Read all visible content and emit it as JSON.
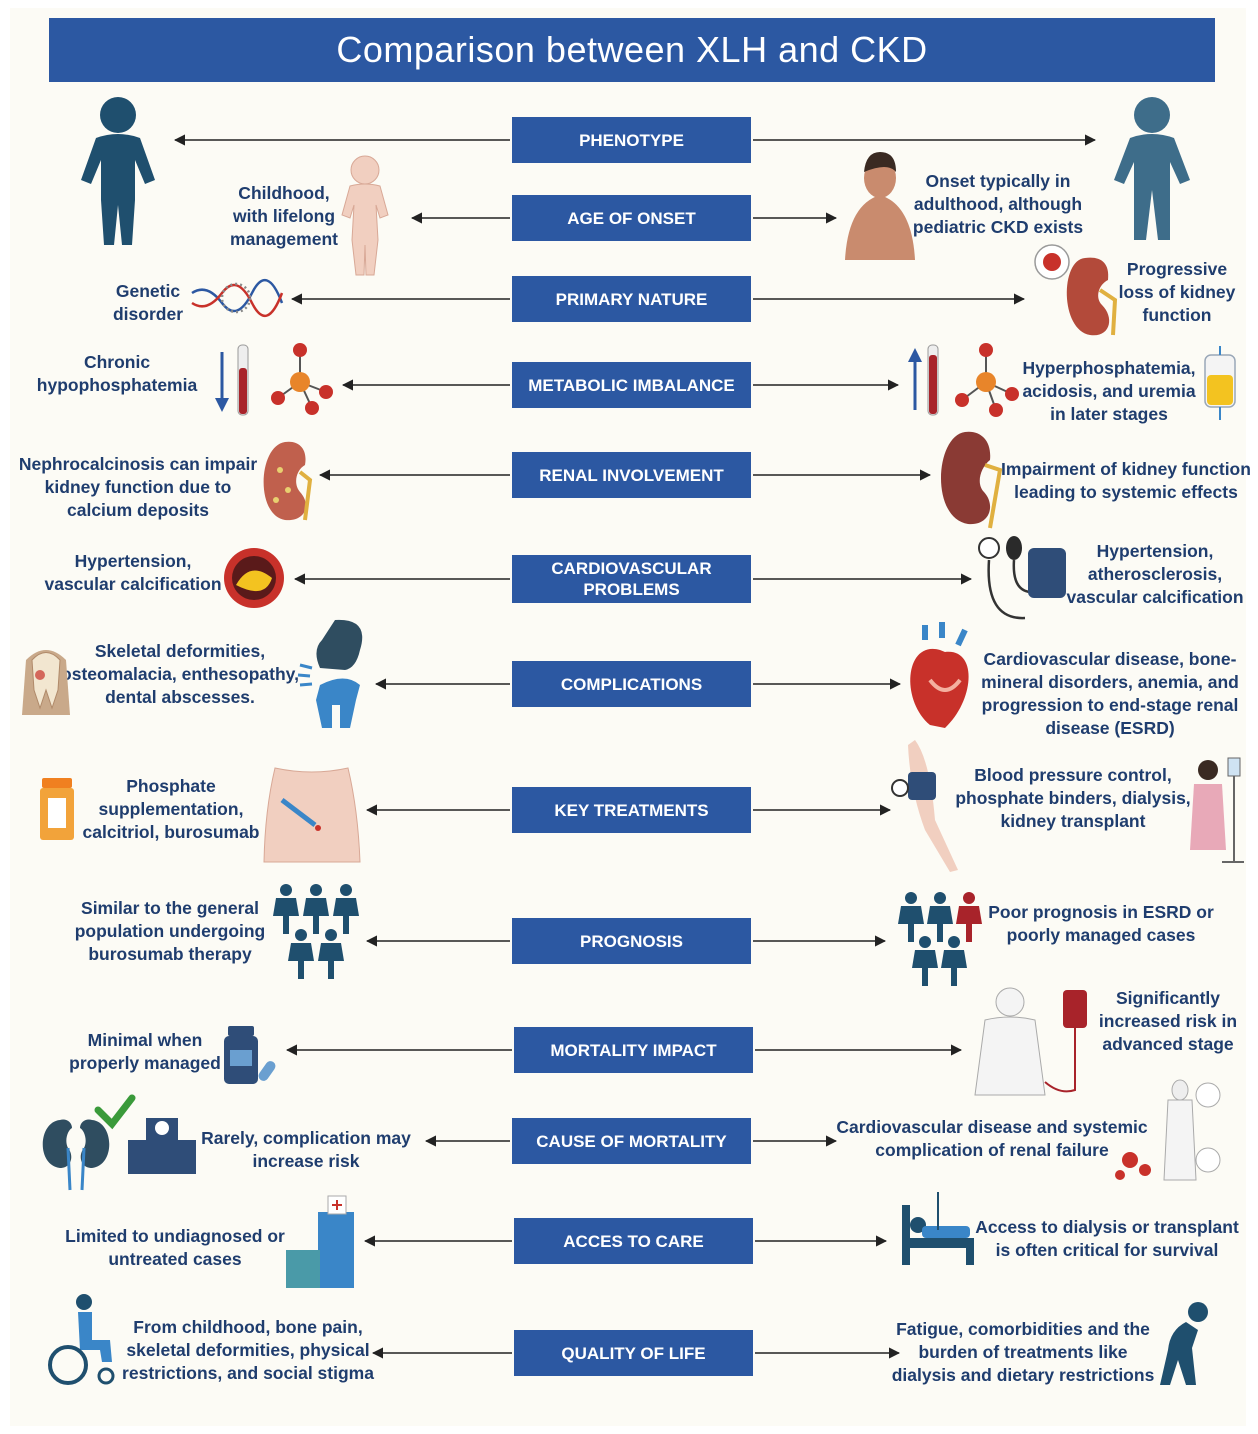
{
  "title": "Comparison between XLH and CKD",
  "rows": [
    {
      "id": "phenotype",
      "label": [
        "PHENOTYPE"
      ],
      "left": [],
      "right": []
    },
    {
      "id": "age-of-onset",
      "label": [
        "AGE OF ONSET"
      ],
      "left": [
        "Childhood,",
        "with lifelong",
        "management"
      ],
      "right": [
        "Onset typically in",
        "adulthood, although",
        "pediatric CKD exists"
      ]
    },
    {
      "id": "primary-nature",
      "label": [
        "PRIMARY NATURE"
      ],
      "left": [
        "Genetic",
        "disorder"
      ],
      "right": [
        "Progressive",
        "loss of kidney",
        "function"
      ]
    },
    {
      "id": "metabolic-imbalance",
      "label": [
        "METABOLIC IMBALANCE"
      ],
      "left": [
        "Chronic",
        "hypophosphatemia"
      ],
      "right": [
        "Hyperphosphatemia,",
        "acidosis, and uremia",
        "in later stages"
      ]
    },
    {
      "id": "renal-involvement",
      "label": [
        "RENAL INVOLVEMENT"
      ],
      "left": [
        "Nephrocalcinosis can impair",
        "kidney function due to",
        "calcium deposits"
      ],
      "right": [
        "Impairment of kidney function",
        "leading to systemic effects"
      ]
    },
    {
      "id": "cardiovascular-problems",
      "label": [
        "CARDIOVASCULAR",
        "PROBLEMS"
      ],
      "left": [
        "Hypertension,",
        "vascular calcification"
      ],
      "right": [
        "Hypertension,",
        "atherosclerosis,",
        "vascular calcification"
      ]
    },
    {
      "id": "complications",
      "label": [
        "COMPLICATIONS"
      ],
      "left": [
        "Skeletal deformities,",
        "osteomalacia, enthesopathy,",
        "dental abscesses."
      ],
      "right": [
        "Cardiovascular disease, bone-",
        "mineral disorders, anemia, and",
        "progression to end-stage renal",
        "disease (ESRD)"
      ]
    },
    {
      "id": "key-treatments",
      "label": [
        "KEY TREATMENTS"
      ],
      "left": [
        "Phosphate",
        "supplementation,",
        "calcitriol, burosumab"
      ],
      "right": [
        "Blood pressure control,",
        "phosphate binders, dialysis,",
        "kidney transplant"
      ]
    },
    {
      "id": "prognosis",
      "label": [
        "PROGNOSIS"
      ],
      "left": [
        "Similar to the general",
        "population undergoing",
        "burosumab therapy"
      ],
      "right": [
        "Poor prognosis in ESRD or",
        "poorly managed cases"
      ]
    },
    {
      "id": "mortality-impact",
      "label": [
        "MORTALITY IMPACT"
      ],
      "left": [
        "Minimal when",
        "properly managed"
      ],
      "right": [
        "Significantly",
        "increased risk in",
        "advanced stage"
      ]
    },
    {
      "id": "cause-of-mortality",
      "label": [
        "CAUSE OF MORTALITY"
      ],
      "left": [
        "Rarely, complication may",
        "increase risk"
      ],
      "right": [
        "Cardiovascular disease and systemic",
        "complication of renal failure"
      ]
    },
    {
      "id": "acces-to-care",
      "label": [
        "ACCES TO CARE"
      ],
      "left": [
        "Limited to undiagnosed or",
        "untreated cases"
      ],
      "right": [
        "Access to dialysis or transplant",
        "is often critical for survival"
      ]
    },
    {
      "id": "quality-of-life",
      "label": [
        "QUALITY OF LIFE"
      ],
      "left": [
        "From childhood, bone pain,",
        "skeletal deformities, physical",
        "restrictions, and social stigma"
      ],
      "right": [
        "Fatigue, comorbidities and the",
        "burden of treatments like",
        "dialysis and dietary restrictions"
      ]
    }
  ],
  "colors": {
    "banner": "#2c58a2",
    "text": "#1f3d6e",
    "icon": "#1f4f6e",
    "accent_red": "#c8312a",
    "accent_blue": "#3a86c8",
    "background": "#fcfbf5"
  },
  "icons": {
    "phenotype_left": "child-figure-icon",
    "phenotype_right": "adult-figure-icon"
  }
}
